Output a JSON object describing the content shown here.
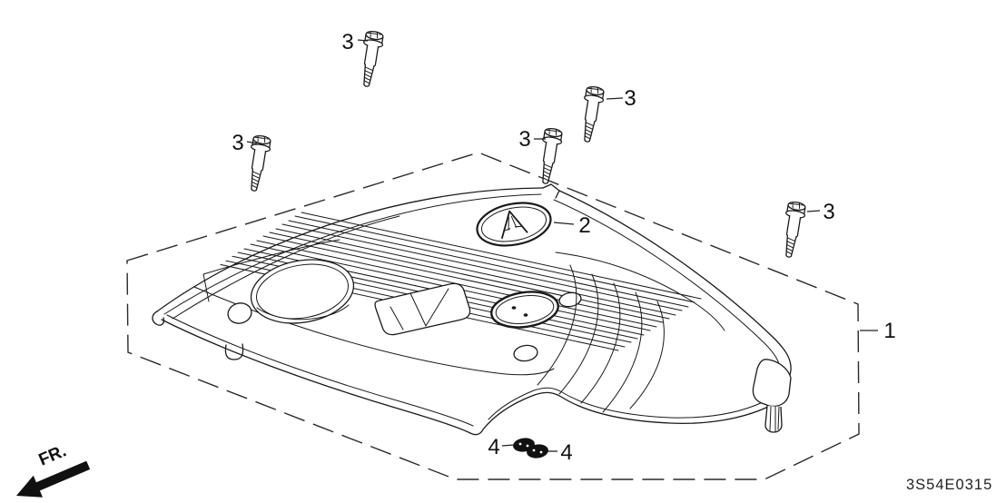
{
  "diagram": {
    "code": "3S54E0315",
    "front_indicator": "FR.",
    "callouts": {
      "cover": "1",
      "emblem": "2",
      "bolts": [
        "3",
        "3",
        "3",
        "3",
        "3"
      ],
      "grommets": [
        "4",
        "4"
      ]
    },
    "colors": {
      "line": "#1a1a1a",
      "label": "#111111",
      "background": "#ffffff"
    },
    "icons": {
      "front_arrow": "front-direction-arrow"
    }
  }
}
